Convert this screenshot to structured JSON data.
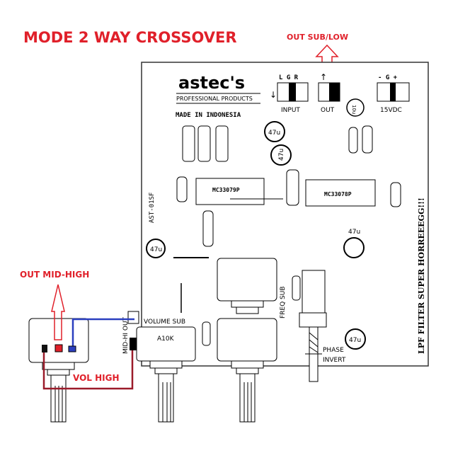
{
  "title": "MODE 2 WAY CROSSOVER",
  "out_sub_low": "OUT SUB/LOW",
  "out_mid_high": "OUT MID-HIGH",
  "vol_high": "VOL HIGH",
  "board": {
    "brand": "astec's",
    "brand_sub": "PROFESSIONAL PRODUCTS",
    "made_in": "MADE IN INDONESIA",
    "model": "AST-01SF",
    "input_pins": "L G R",
    "input_label": "INPUT",
    "out_label": "OUT",
    "power_pins": "- G +",
    "power_label": "15VDC",
    "cap_10u": "10u",
    "cap_47u": "47u",
    "ic1": "MC33079P",
    "ic2": "MC33078P",
    "side_text": "LPF FILTER SUPER HORREEEGG!!!",
    "mid_hi_out": "MID-HI OUT",
    "volume_sub": "VOLUME SUB",
    "pot_value": "A10K",
    "freq_sub": "FREQ SUB",
    "phase": "PHASE",
    "invert": "INVERT"
  },
  "colors": {
    "red": "#e0202a",
    "blue": "#2b3fbf",
    "wire_red": "#9b1b2a"
  }
}
